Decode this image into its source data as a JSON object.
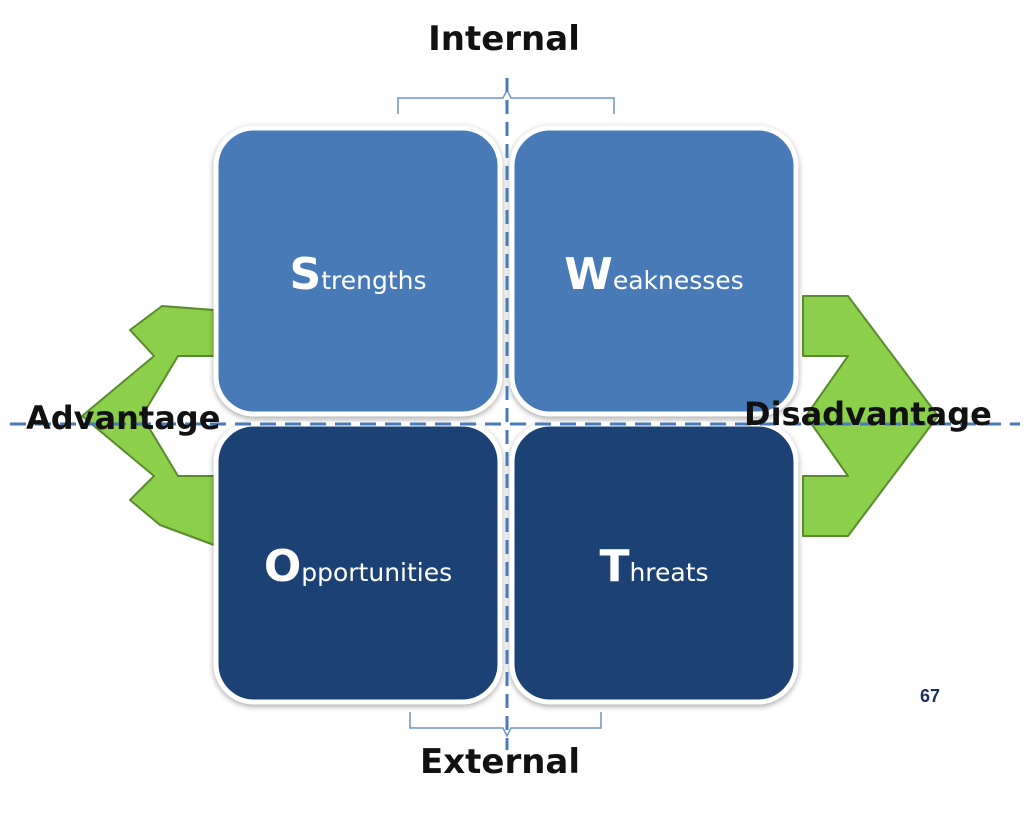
{
  "axes": {
    "top": "Internal",
    "bottom": "External",
    "left": "Advantage",
    "right": "Disadvantage"
  },
  "quadrants": [
    {
      "id": "strengths",
      "initial": "S",
      "rest": "trengths"
    },
    {
      "id": "weaknesses",
      "initial": "W",
      "rest": "eaknesses"
    },
    {
      "id": "opportunities",
      "initial": "O",
      "rest": "pportunities"
    },
    {
      "id": "threats",
      "initial": "T",
      "rest": "hreats"
    }
  ],
  "colors": {
    "internal_fill": "#4a7ab8",
    "external_fill": "#1e4375",
    "arrow_fill": "#8ccf4a",
    "arrow_stroke": "#5a8a2e",
    "divider": "#4a7ab8",
    "bracket": "#6a94c8"
  },
  "page_number": "67"
}
